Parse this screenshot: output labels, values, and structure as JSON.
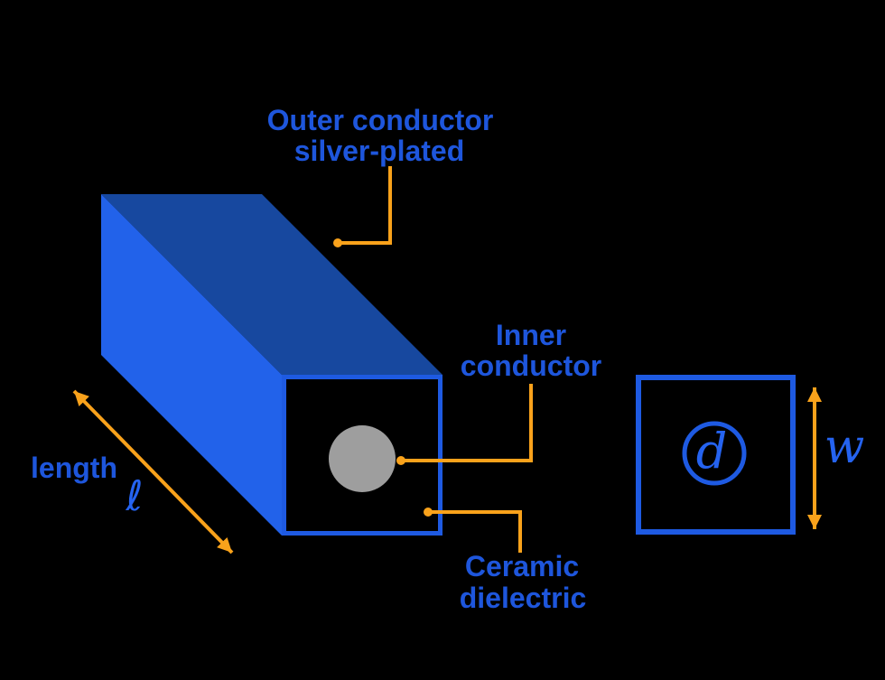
{
  "colors": {
    "background": "#000000",
    "body_side_blue": "#2262EA",
    "body_top_blue": "#17489F",
    "outline_blue": "#1E5AE2",
    "label_blue": "#1E56DC",
    "symbol_blue": "#2563F0",
    "annotation_orange": "#F9A21B",
    "inner_conductor_gray": "#9E9E9E"
  },
  "labels": {
    "outer_conductor_line1": "Outer conductor",
    "outer_conductor_line2": "silver-plated",
    "inner_conductor_line1": "Inner",
    "inner_conductor_line2": "conductor",
    "ceramic_line1": "Ceramic",
    "ceramic_line2": "dielectric",
    "length_word": "length",
    "length_symbol": "ℓ",
    "diameter_symbol": "d",
    "width_symbol": "w"
  }
}
